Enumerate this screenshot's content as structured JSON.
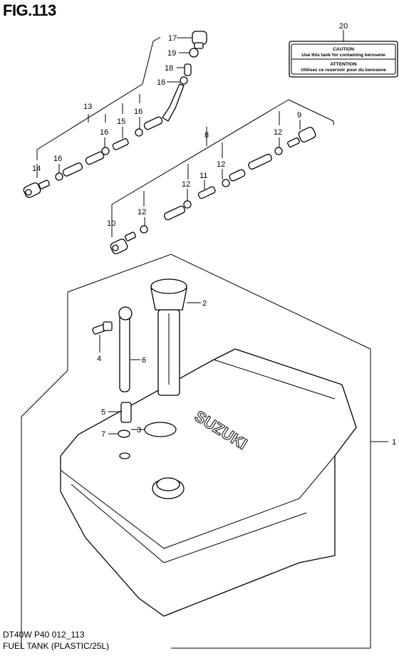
{
  "figure": {
    "title": "FIG.113",
    "code": "DT40W P40 012_113",
    "name": "FUEL TANK (PLASTIC/25L)"
  },
  "callouts": {
    "c1": "1",
    "c2": "2",
    "c3": "3",
    "c4": "4",
    "c5": "5",
    "c6": "6",
    "c7": "7",
    "c8": "8",
    "c9": "9",
    "c10": "10",
    "c11": "11",
    "c12a": "12",
    "c12b": "12",
    "c12c": "12",
    "c12d": "12",
    "c13": "13",
    "c14": "14",
    "c15": "15",
    "c16a": "16",
    "c16b": "16",
    "c16c": "16",
    "c16d": "16",
    "c17": "17",
    "c18": "18",
    "c19": "19",
    "c20": "20"
  },
  "label_plate": {
    "caution_title": "CAUTION",
    "caution_text": "Use this tank for containing kerosene",
    "attention_title": "ATTENTION",
    "attention_text": "Utilisez ce reservoir pour du kerosene"
  },
  "tank_brand": "SUZUKI"
}
